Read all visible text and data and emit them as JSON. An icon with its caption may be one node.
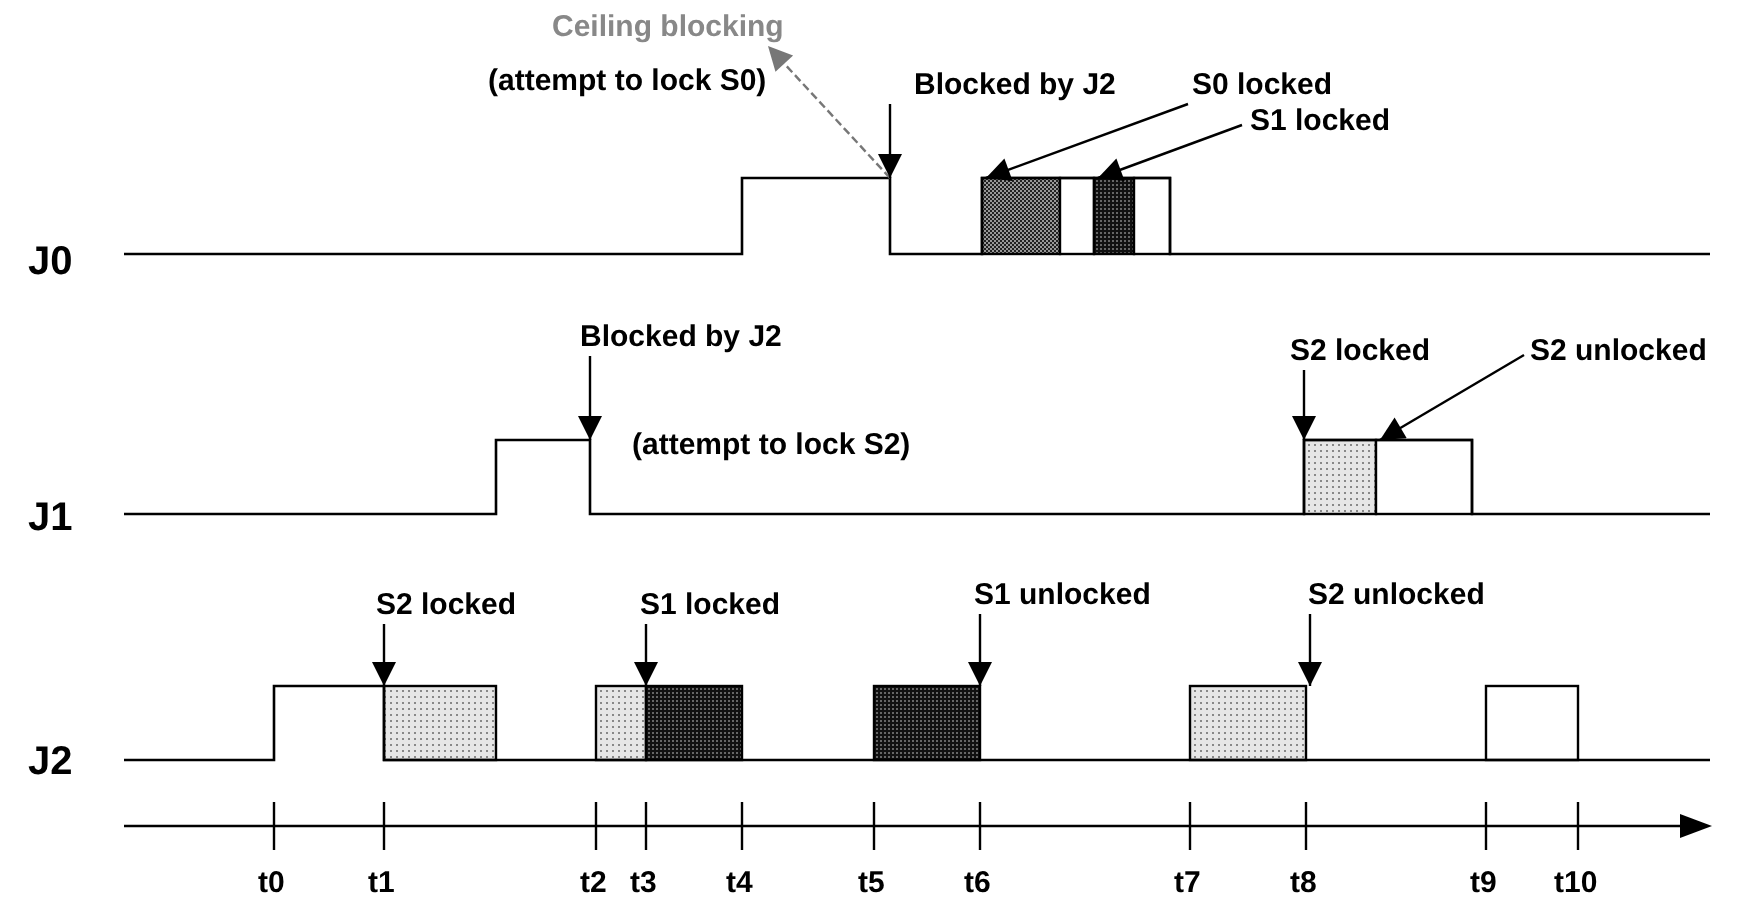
{
  "diagram": {
    "nodes": [
      {
        "text": [
          "Ceiling blocking"
        ]
      },
      {
        "text": [
          "Blocked by J2"
        ]
      },
      {
        "text": [
          "S0 locked"
        ]
      },
      {
        "text": [
          "S1 locked"
        ]
      },
      {
        "text": [
          "Blocked by J2"
        ]
      },
      {
        "text": [
          "S2 locked"
        ]
      },
      {
        "text": [
          "S2 unlocked"
        ]
      },
      {
        "text": [
          "S2 locked"
        ]
      },
      {
        "text": [
          "S1 locked"
        ]
      },
      {
        "text": [
          "S1 unlocked"
        ]
      },
      {
        "text": [
          "S2 unlocked"
        ]
      }
    ],
    "edges": [
      {
        "from": null,
        "to": 0,
        "arrow": "to",
        "style": "dashed",
        "color": "#777777"
      },
      {
        "from": 1,
        "to": null,
        "arrow": "to"
      },
      {
        "from": 2,
        "to": null,
        "arrow": "to"
      },
      {
        "from": 3,
        "to": null,
        "arrow": "to"
      },
      {
        "from": 4,
        "to": null,
        "arrow": "to"
      },
      {
        "from": 5,
        "to": null,
        "arrow": "to"
      },
      {
        "from": 6,
        "to": null,
        "arrow": "to"
      },
      {
        "from": 7,
        "to": null,
        "arrow": "to"
      },
      {
        "from": 8,
        "to": null,
        "arrow": "to"
      },
      {
        "from": 9,
        "to": null,
        "arrow": "to"
      },
      {
        "from": 10,
        "to": null,
        "arrow": "to"
      }
    ],
    "labels": [
      "(attempt to lock S0)",
      "J0",
      "J1",
      "(attempt to lock S2)",
      "J2",
      "t0",
      "t1",
      "t2",
      "t3",
      "t4",
      "t5",
      "t6",
      "t7",
      "t8",
      "t9",
      "t10"
    ]
  }
}
